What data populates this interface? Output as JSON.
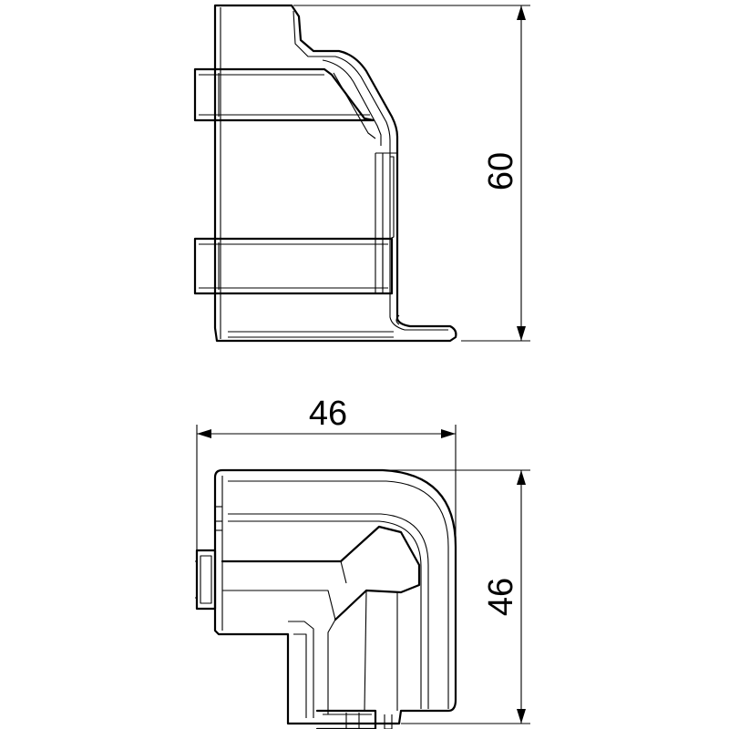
{
  "dimensions": {
    "side_height": "60",
    "top_width": "46",
    "top_depth": "46"
  },
  "colors": {
    "line": "#000000",
    "background": "#ffffff"
  }
}
